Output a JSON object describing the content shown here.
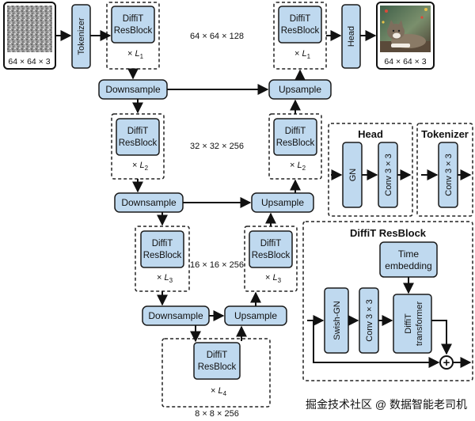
{
  "labels": {
    "input_dims": "64 × 64 × 3",
    "output_dims": "64 × 64 × 3",
    "tokenizer": "Tokenizer",
    "head": "Head",
    "resblock_line1": "DiffiT",
    "resblock_line2": "ResBlock",
    "downsample": "Downsample",
    "upsample": "Upsample",
    "times": "× ",
    "L1": "L",
    "L1_sub": "1",
    "L2": "L",
    "L2_sub": "2",
    "L3": "L",
    "L3_sub": "3",
    "L4": "L",
    "L4_sub": "4",
    "dims_64": "64 × 64 × 128",
    "dims_32": "32 × 32 × 256",
    "dims_16": "16 × 16 × 256",
    "dims_8": "8 × 8 × 256"
  },
  "legend_head": {
    "title": "Head",
    "gn": "GN",
    "conv": "Conv 3 × 3"
  },
  "legend_tokenizer": {
    "title": "Tokenizer",
    "conv": "Conv 3 × 3"
  },
  "legend_resblock": {
    "title": "DiffiT ResBlock",
    "time_line1": "Time",
    "time_line2": "embedding",
    "swish": "Swish-GN",
    "conv": "Conv 3 × 3",
    "transformer_line1": "DiffiT",
    "transformer_line2": "transformer",
    "plus": "+"
  },
  "watermark": "掘金技术社区 @ 数据智能老司机",
  "colors": {
    "block_fill": "#bfd9ef",
    "outline": "#1a1a1a",
    "background": "#ffffff"
  }
}
